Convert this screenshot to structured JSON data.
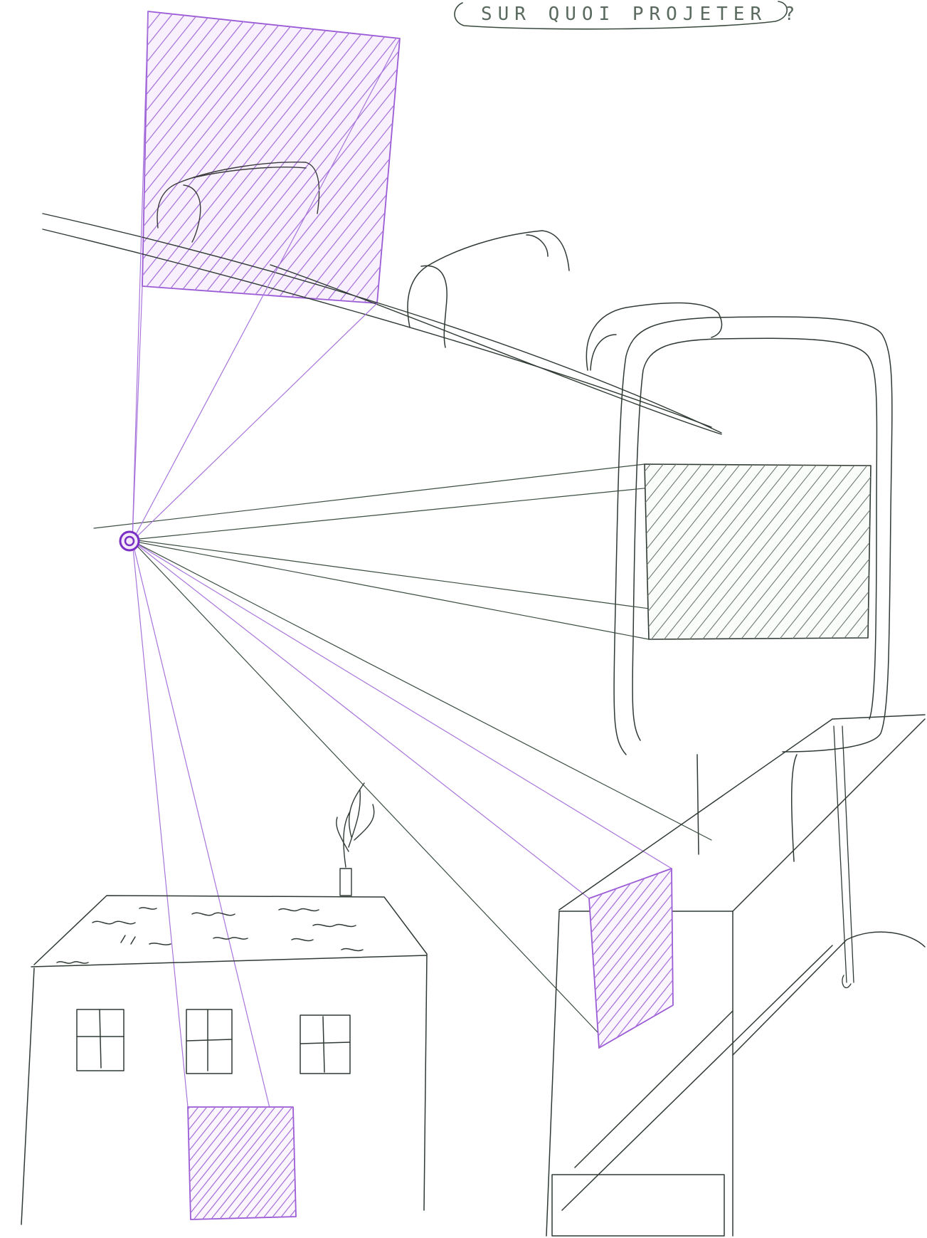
{
  "title_bubble": {
    "text": "SUR QUOI PROJETER ?"
  },
  "colors": {
    "ink": "#2f3a33",
    "violet": "#9b5bd6",
    "violet_dark": "#7a2fc4",
    "paper": "#ffffff"
  },
  "elements": [
    "projector-light-source",
    "projection-screen-sky",
    "projection-building-wall",
    "projection-tower-facade",
    "projection-house-window",
    "house",
    "chimney-smoke",
    "tall-building",
    "billboard-frame",
    "street-lamp",
    "highway-bridge"
  ]
}
